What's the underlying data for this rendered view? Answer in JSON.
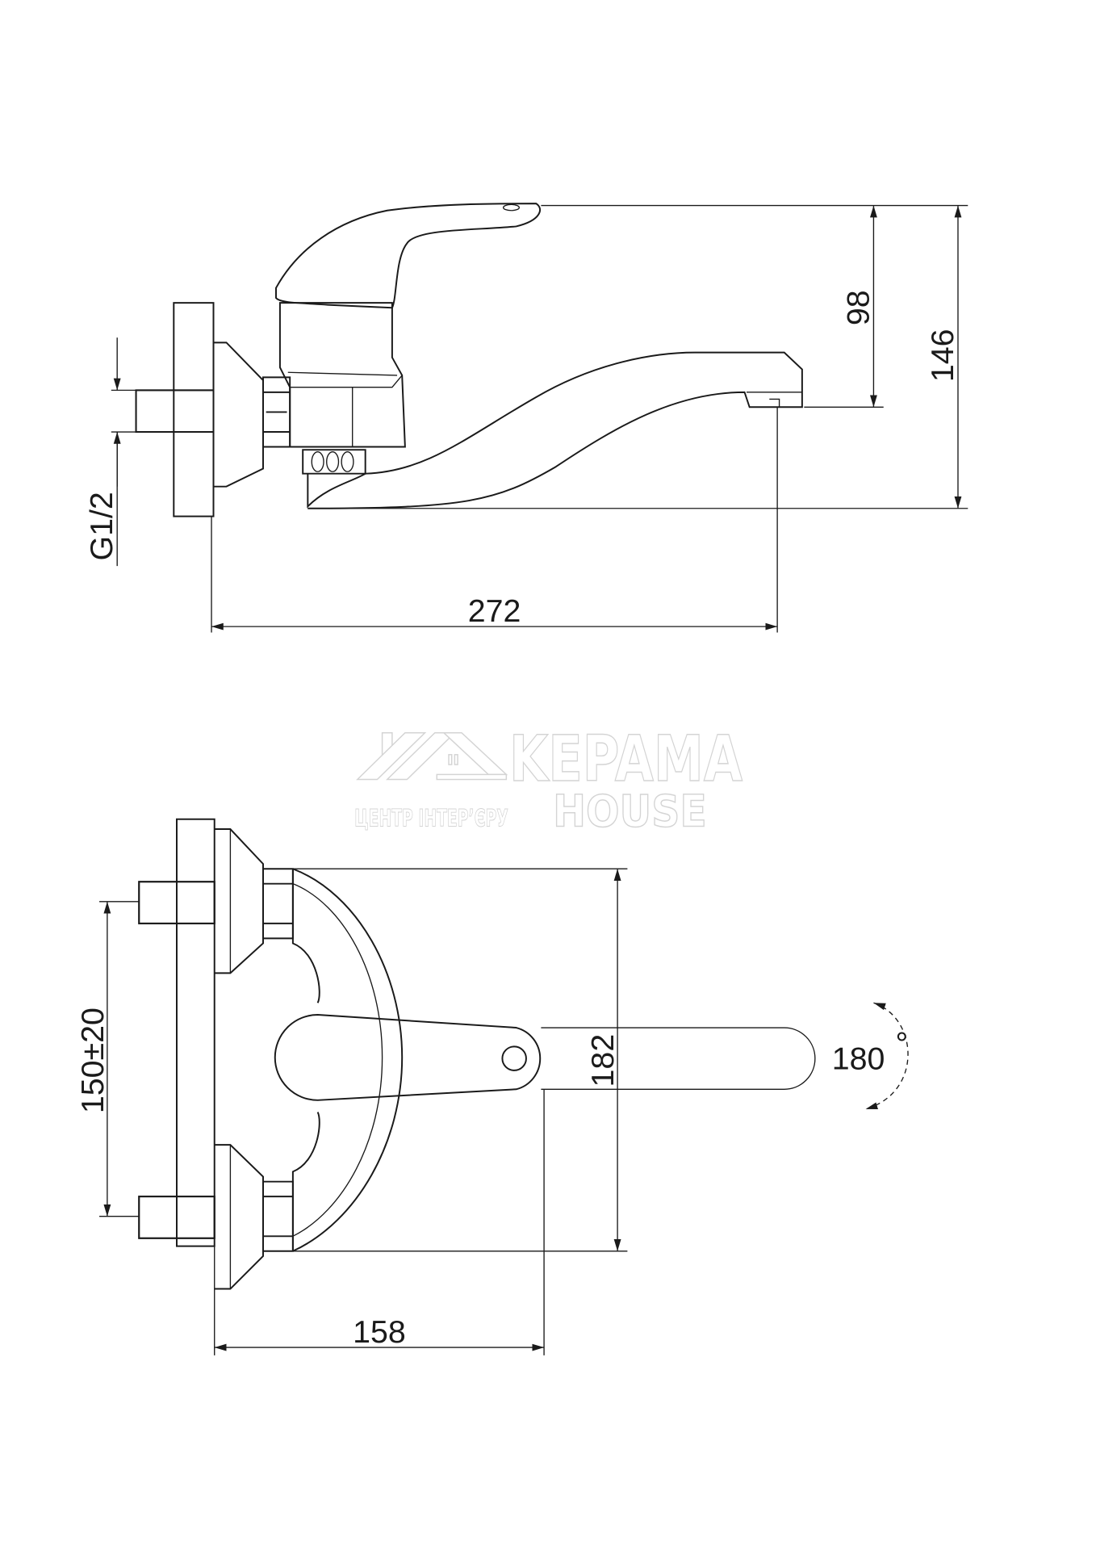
{
  "drawing": {
    "side_view": {
      "dimensions": {
        "spout_height": "98",
        "total_height": "146",
        "thread": "G1/2",
        "reach": "272"
      }
    },
    "front_view": {
      "dimensions": {
        "center_distance": "150±20",
        "body_height": "182",
        "depth": "158",
        "rotation": "180",
        "degree_sign": "°"
      }
    }
  },
  "watermark": {
    "brand_line1": "KEPAMA",
    "brand_line2": "HOUSE",
    "tagline": "ЦЕНТР ІНТЕР’ЄРУ"
  }
}
